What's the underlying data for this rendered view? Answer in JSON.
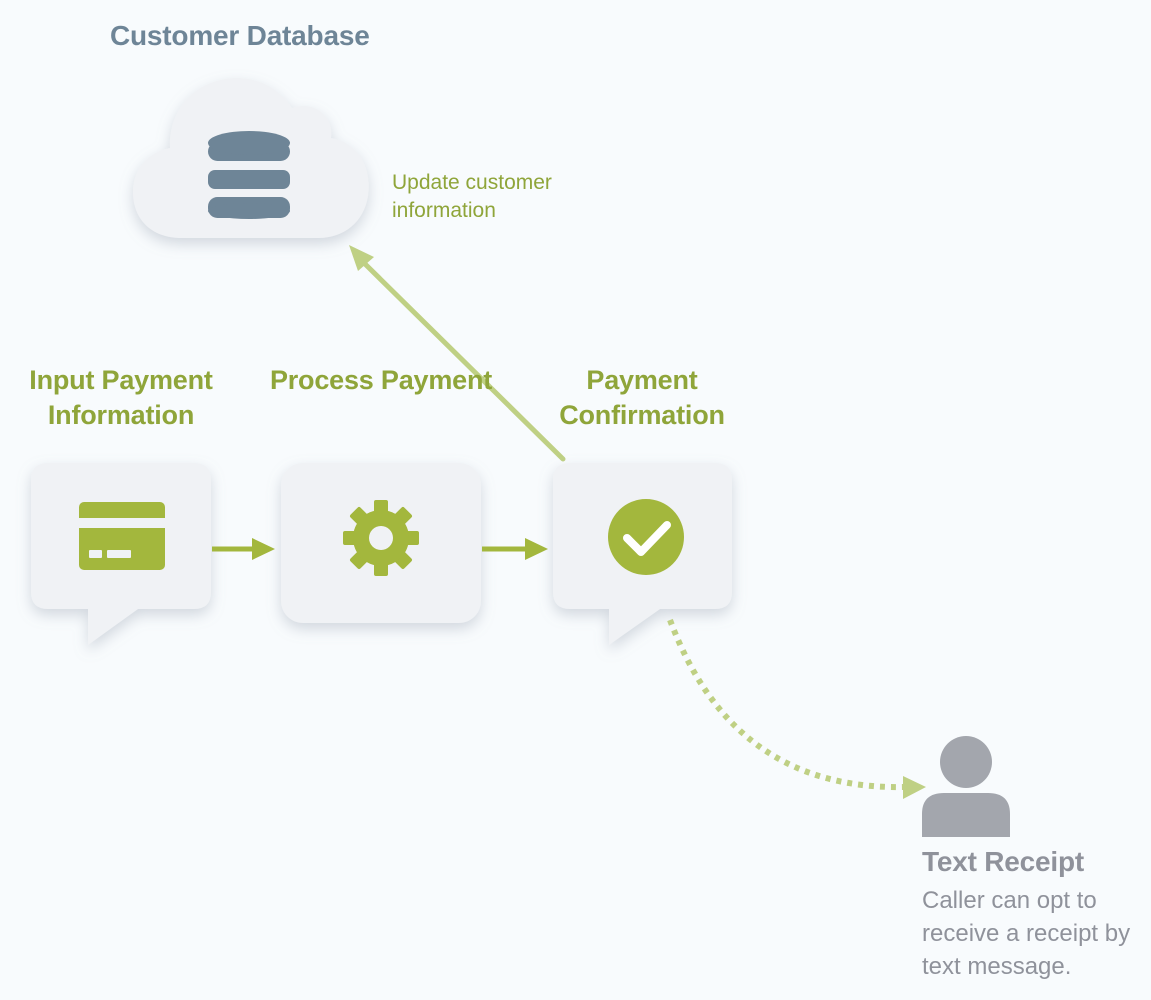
{
  "colors": {
    "accent_green": "#a3b73d",
    "label_green": "#8fa53a",
    "db_slate": "#6e8597",
    "person_gray": "#a3a6ad",
    "card_fill": "#f0f2f5",
    "background": "#f8fbfd"
  },
  "database": {
    "title": "Customer Database",
    "icon": "database-icon"
  },
  "update_note": "Update customer information",
  "steps": [
    {
      "label": "Input Payment Information",
      "icon": "credit-card-icon"
    },
    {
      "label": "Process Payment",
      "icon": "gear-icon"
    },
    {
      "label": "Payment Confirmation",
      "icon": "check-circle-icon"
    }
  ],
  "receipt": {
    "title": "Text Receipt",
    "description": "Caller can opt to receive a receipt by text message.",
    "icon": "person-icon"
  }
}
